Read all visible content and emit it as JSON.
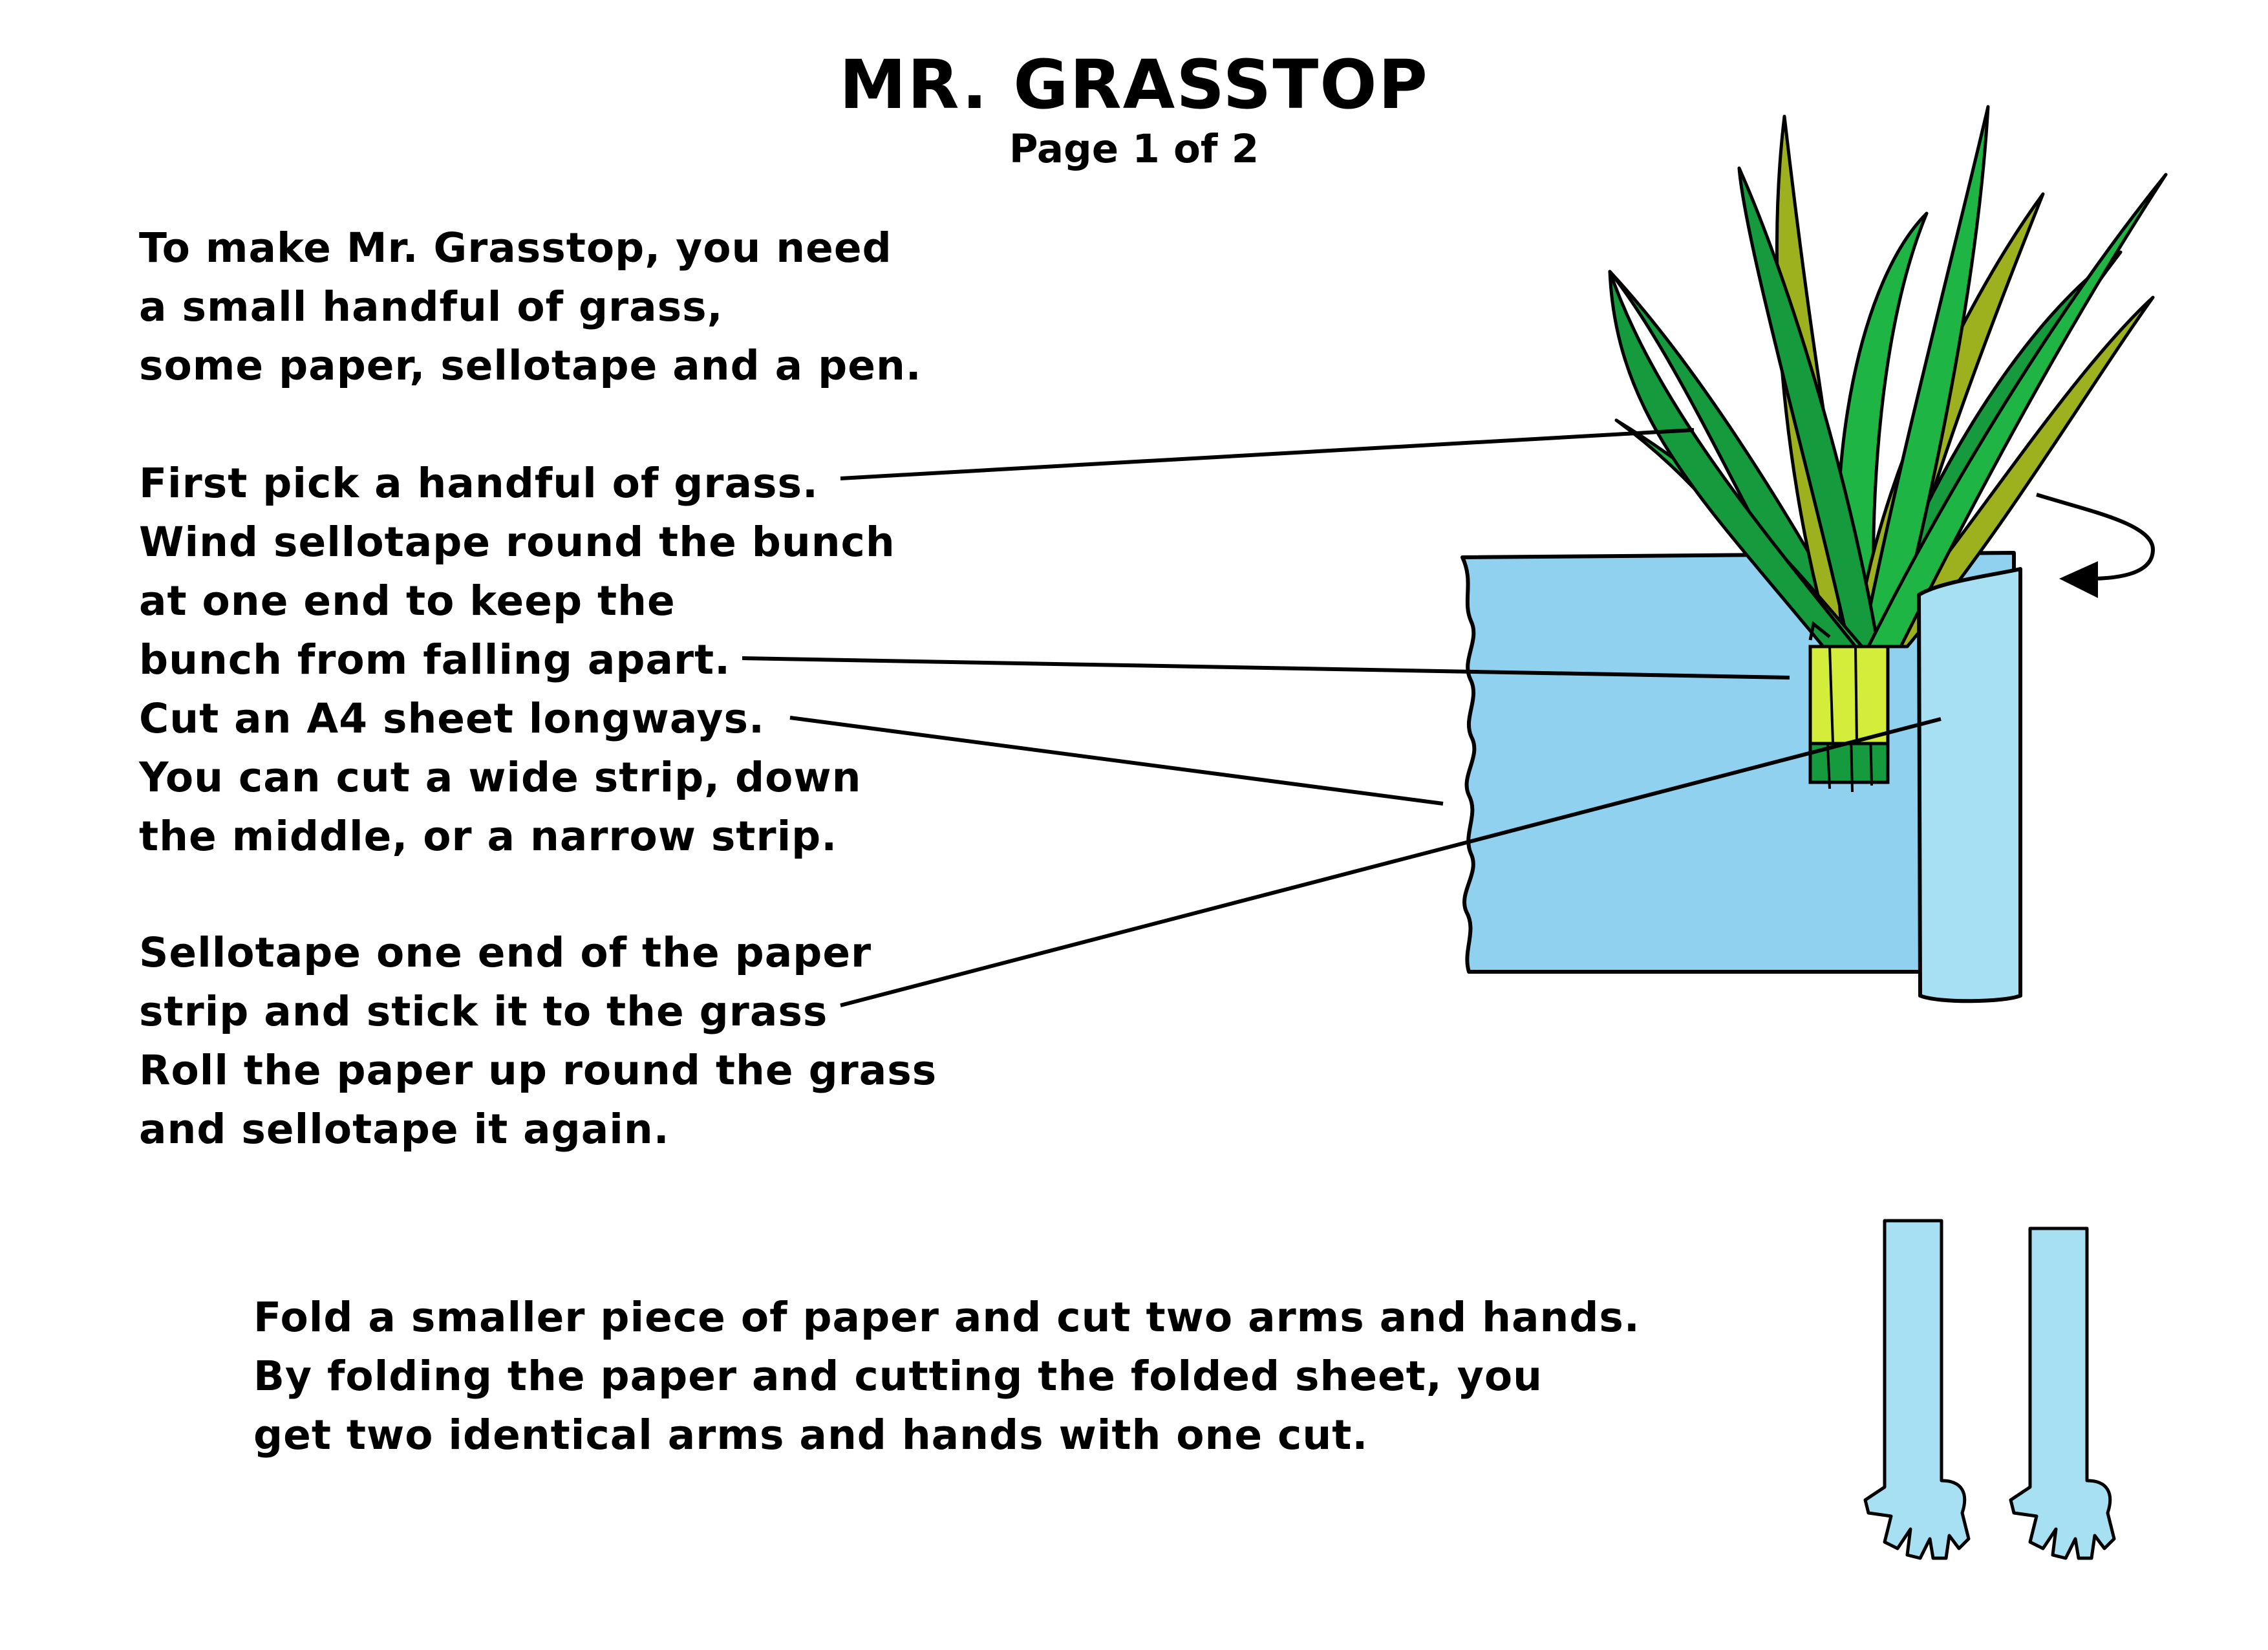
{
  "header": {
    "title": "MR. GRASSTOP",
    "subtitle": "Page 1 of 2"
  },
  "instructions": {
    "materials": [
      "To make Mr. Grasstop, you need",
      "a small handful of grass,",
      "some paper, sellotape and a pen."
    ],
    "steps": [
      "First pick a handful of grass.",
      "Wind sellotape round the bunch",
      "at one end to keep the",
      "bunch from falling apart.",
      "Cut an A4 sheet longways.",
      "You can cut a wide strip, down",
      "the middle, or a narrow strip."
    ],
    "rolling": [
      "Sellotape one end of the paper",
      "strip and stick it to the grass",
      "Roll the paper up round the grass",
      "and sellotape it again."
    ],
    "arms": [
      "Fold a smaller piece of paper and cut two arms and hands.",
      "By folding the paper and cutting the folded sheet, you",
      "get two identical arms and hands with one cut."
    ]
  },
  "colors": {
    "paper_blue": "#8fd1ef",
    "paper_light": "#a6e0f2",
    "grass_dark": "#159a3e",
    "grass_mid": "#1fb545",
    "grass_olive": "#9db11f",
    "tape_yellow": "#d4ec3a",
    "ink": "#000000",
    "background": "#ffffff"
  },
  "illustrations": [
    "grass-bunch",
    "paper-strip",
    "rolled-paper-tube",
    "rotation-arrow",
    "arm-left",
    "arm-right"
  ]
}
